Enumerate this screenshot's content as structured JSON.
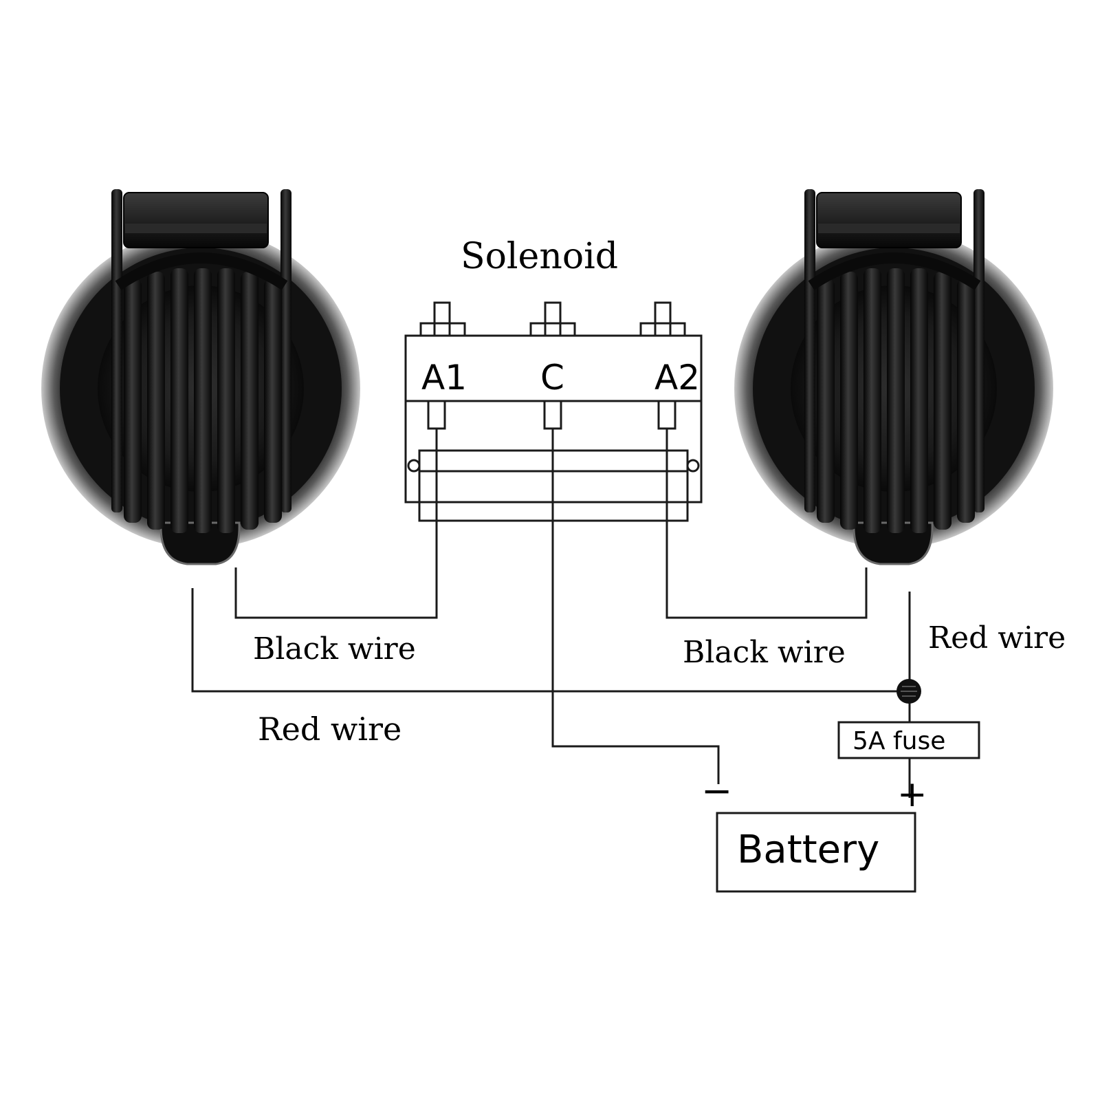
{
  "diagram": {
    "solenoid": {
      "title": "Solenoid",
      "terminals": [
        "A1",
        "C",
        "A2"
      ]
    },
    "wires": {
      "left_black": "Black wire",
      "right_black": "Black wire",
      "left_red": "Red wire",
      "right_red": "Red wire"
    },
    "fuse": "5A fuse",
    "battery": {
      "label": "Battery",
      "negative": "−",
      "positive": "+"
    },
    "colors": {
      "line": "#1a1a1a",
      "horn_body": "#141414",
      "horn_rim": "#8a8a8a"
    },
    "icons": [
      "horn-icon",
      "horn-icon"
    ]
  }
}
